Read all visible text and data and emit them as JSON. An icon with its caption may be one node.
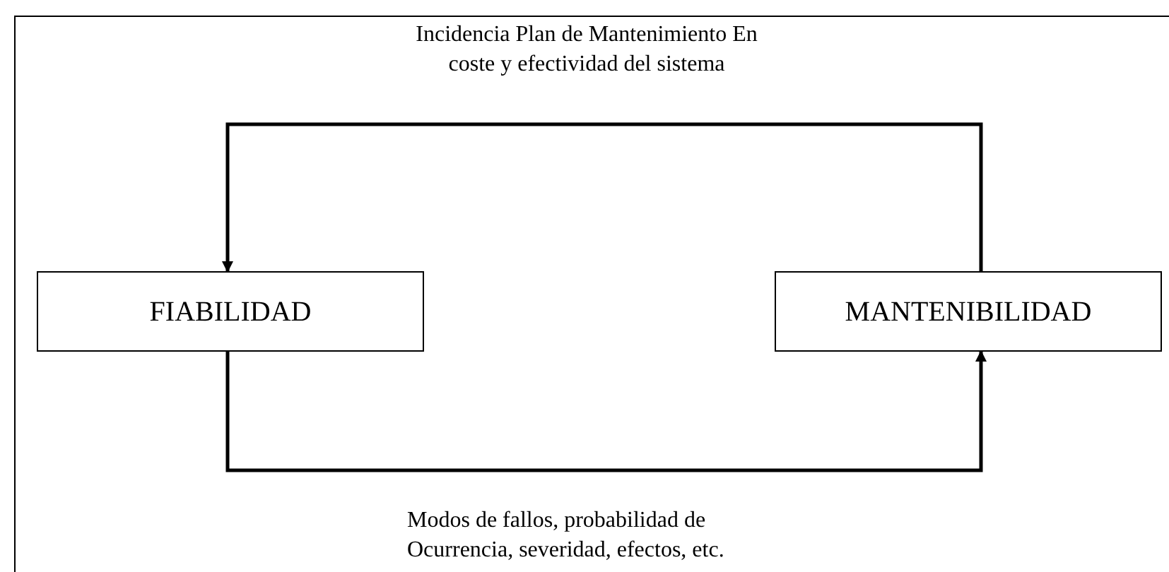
{
  "diagram": {
    "nodes": [
      {
        "text": [
          "FIABILIDAD"
        ]
      },
      {
        "text": [
          "MANTENIBILIDAD"
        ]
      }
    ],
    "edges": [
      {
        "from": 1,
        "to": 0,
        "arrow": "to",
        "label": "Incidencia Plan de Mantenimiento En coste y efectividad del sistema"
      },
      {
        "from": 0,
        "to": 1,
        "arrow": "to",
        "label": "Modos de fallos, probabilidad de Ocurrencia, severidad, efectos, etc."
      }
    ]
  }
}
